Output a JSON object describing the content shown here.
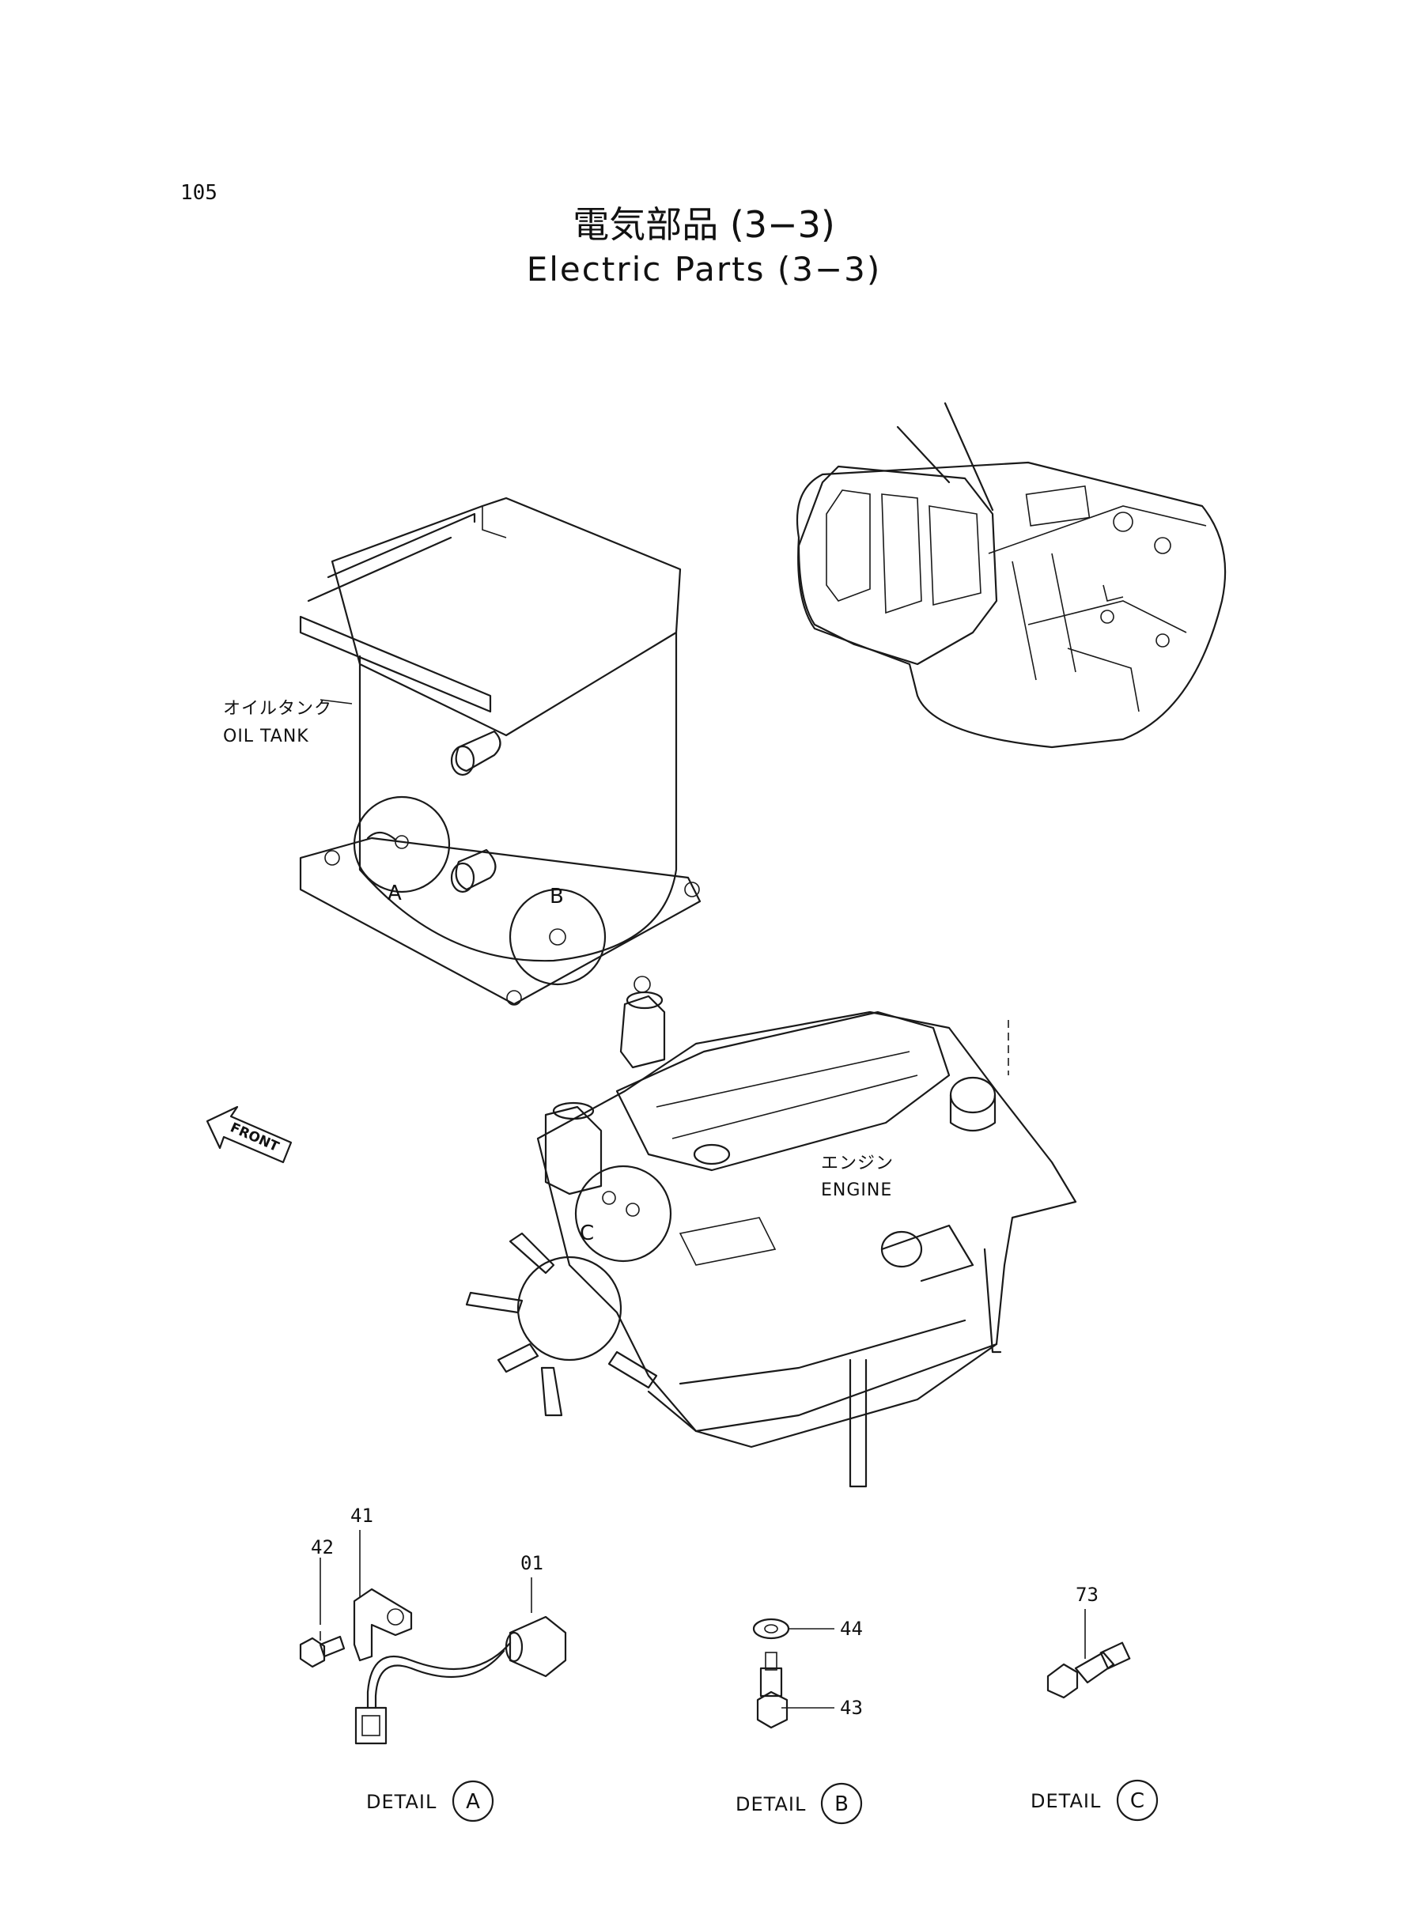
{
  "page_number": "105",
  "title": {
    "japanese": "電気部品 (3−3)",
    "english": "Electric Parts (3−3)"
  },
  "components": {
    "oil_tank": {
      "label_jp": "オイルタンク",
      "label_en": "OIL TANK"
    },
    "engine": {
      "label_jp": "エンジン",
      "label_en": "ENGINE"
    },
    "front_arrow": "FRONT"
  },
  "detail_markers": {
    "a": "A",
    "b": "B",
    "c": "C"
  },
  "part_numbers": {
    "p01": "01",
    "p41": "41",
    "p42": "42",
    "p43": "43",
    "p44": "44",
    "p73": "73"
  },
  "details": {
    "a": {
      "label": "DETAIL",
      "letter": "A"
    },
    "b": {
      "label": "DETAIL",
      "letter": "B"
    },
    "c": {
      "label": "DETAIL",
      "letter": "C"
    }
  }
}
